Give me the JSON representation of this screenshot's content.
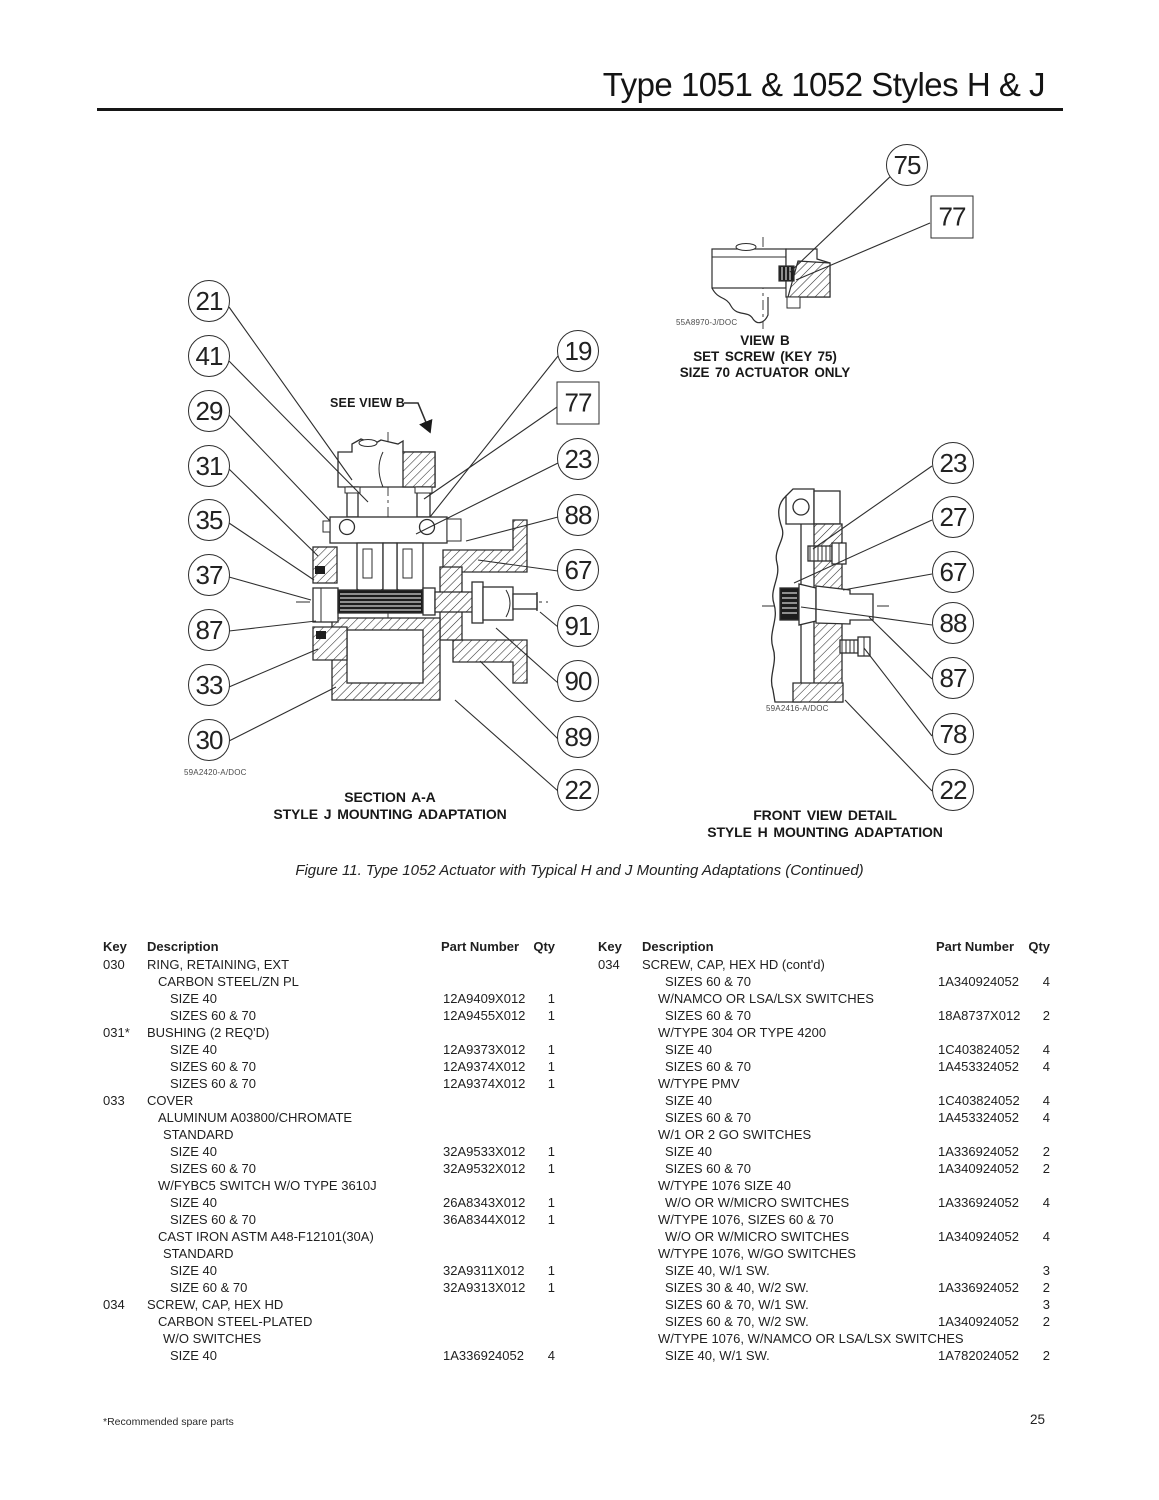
{
  "page": {
    "title": "Type 1051 & 1052 Styles H & J",
    "figure_caption": "Figure 11. Type 1052 Actuator  with Typical H and J Mounting Adaptations (Continued)",
    "footnote": "*Recommended spare parts",
    "page_number": "25",
    "ink_color": "#1a1a1a"
  },
  "diagrams": {
    "view_b": {
      "doc_ref": "55A8970-J/DOC",
      "caption_lines": [
        "VIEW B",
        "SET SCREW (KEY 75)",
        "SIZE 70 ACTUATOR ONLY"
      ],
      "callouts": [
        "75",
        "77"
      ]
    },
    "section_aa": {
      "doc_ref": "59A2420-A/DOC",
      "see_view_b_label": "SEE VIEW B",
      "caption_lines": [
        "SECTION A-A",
        "STYLE J MOUNTING ADAPTATION"
      ],
      "left_callouts": [
        "21",
        "41",
        "29",
        "31",
        "35",
        "37",
        "87",
        "33",
        "30"
      ],
      "right_callouts": [
        "19",
        "77",
        "23",
        "88",
        "67",
        "91",
        "90",
        "89",
        "22"
      ]
    },
    "front_view": {
      "doc_ref": "59A2416-A/DOC",
      "caption_lines": [
        "FRONT VIEW DETAIL",
        "STYLE H MOUNTING ADAPTATION"
      ],
      "callouts": [
        "23",
        "27",
        "67",
        "88",
        "87",
        "78",
        "22"
      ]
    }
  },
  "parts_table": {
    "headers": {
      "key": "Key",
      "description": "Description",
      "part_number": "Part Number",
      "qty": "Qty"
    },
    "left_rows": [
      {
        "key": "030",
        "desc": "RING, RETAINING, EXT",
        "indent": 0,
        "part": "",
        "qty": ""
      },
      {
        "desc": "CARBON STEEL/ZN PL",
        "indent": 1,
        "part": "",
        "qty": ""
      },
      {
        "desc": "SIZE 40",
        "indent": 3,
        "part": "12A9409X012",
        "qty": "1"
      },
      {
        "desc": "SIZES 60 & 70",
        "indent": 3,
        "part": "12A9455X012",
        "qty": "1"
      },
      {
        "key": "031*",
        "desc": "BUSHING (2 REQ'D)",
        "indent": 0,
        "part": "",
        "qty": ""
      },
      {
        "desc": "SIZE 40",
        "indent": 3,
        "part": "12A9373X012",
        "qty": "1"
      },
      {
        "desc": "SIZES 60 & 70",
        "indent": 3,
        "part": "12A9374X012",
        "qty": "1"
      },
      {
        "desc": "SIZES 60 & 70",
        "indent": 3,
        "part": "12A9374X012",
        "qty": "1"
      },
      {
        "key": "033",
        "desc": "COVER",
        "indent": 0,
        "part": "",
        "qty": ""
      },
      {
        "desc": "ALUMINUM A03800/CHROMATE",
        "indent": 1,
        "part": "",
        "qty": ""
      },
      {
        "desc": "STANDARD",
        "indent": 2,
        "part": "",
        "qty": ""
      },
      {
        "desc": "SIZE 40",
        "indent": 3,
        "part": "32A9533X012",
        "qty": "1"
      },
      {
        "desc": "SIZES 60 & 70",
        "indent": 3,
        "part": "32A9532X012",
        "qty": "1"
      },
      {
        "desc": "W/FYBC5 SWITCH W/O TYPE 3610J",
        "indent": 1,
        "part": "",
        "qty": ""
      },
      {
        "desc": "SIZE 40",
        "indent": 3,
        "part": "26A8343X012",
        "qty": "1"
      },
      {
        "desc": "SIZES 60 & 70",
        "indent": 3,
        "part": "36A8344X012",
        "qty": "1"
      },
      {
        "desc": "CAST IRON ASTM A48-F12101(30A)",
        "indent": 1,
        "part": "",
        "qty": ""
      },
      {
        "desc": "STANDARD",
        "indent": 2,
        "part": "",
        "qty": ""
      },
      {
        "desc": "SIZE 40",
        "indent": 3,
        "part": "32A9311X012",
        "qty": "1"
      },
      {
        "desc": "SIZE 60 & 70",
        "indent": 3,
        "part": "32A9313X012",
        "qty": "1"
      },
      {
        "key": "034",
        "desc": "SCREW, CAP, HEX HD",
        "indent": 0,
        "part": "",
        "qty": ""
      },
      {
        "desc": "CARBON STEEL-PLATED",
        "indent": 1,
        "part": "",
        "qty": ""
      },
      {
        "desc": "W/O SWITCHES",
        "indent": 2,
        "part": "",
        "qty": ""
      },
      {
        "desc": "SIZE 40",
        "indent": 3,
        "part": "1A336924052",
        "qty": "4"
      }
    ],
    "right_rows": [
      {
        "key": "034",
        "desc": "SCREW, CAP, HEX HD (cont'd)",
        "indent": 0,
        "part": "",
        "qty": ""
      },
      {
        "desc": "SIZES 60 & 70",
        "indent": 3,
        "part": "1A340924052",
        "qty": "4"
      },
      {
        "desc": "W/NAMCO OR LSA/LSX SWITCHES",
        "indent": 2,
        "part": "",
        "qty": ""
      },
      {
        "desc": "SIZES 60 & 70",
        "indent": 3,
        "part": "18A8737X012",
        "qty": "2"
      },
      {
        "desc": "W/TYPE 304 OR TYPE 4200",
        "indent": 2,
        "part": "",
        "qty": ""
      },
      {
        "desc": "SIZE 40",
        "indent": 3,
        "part": "1C403824052",
        "qty": "4"
      },
      {
        "desc": "SIZES 60 & 70",
        "indent": 3,
        "part": "1A453324052",
        "qty": "4"
      },
      {
        "desc": "W/TYPE PMV",
        "indent": 2,
        "part": "",
        "qty": ""
      },
      {
        "desc": "SIZE  40",
        "indent": 3,
        "part": "1C403824052",
        "qty": "4"
      },
      {
        "desc": "SIZES 60 & 70",
        "indent": 3,
        "part": "1A453324052",
        "qty": "4"
      },
      {
        "desc": "W/1 OR 2 GO SWITCHES",
        "indent": 2,
        "part": "",
        "qty": ""
      },
      {
        "desc": "SIZE 40",
        "indent": 3,
        "part": "1A336924052",
        "qty": "2"
      },
      {
        "desc": "SIZES 60 & 70",
        "indent": 3,
        "part": "1A340924052",
        "qty": "2"
      },
      {
        "desc": "W/TYPE 1076 SIZE 40",
        "indent": 2,
        "part": "",
        "qty": ""
      },
      {
        "desc": "W/O OR W/MICRO SWITCHES",
        "indent": 3,
        "part": "1A336924052",
        "qty": "4"
      },
      {
        "desc": "W/TYPE 1076, SIZES 60 & 70",
        "indent": 2,
        "part": "",
        "qty": ""
      },
      {
        "desc": "W/O OR W/MICRO SWITCHES",
        "indent": 3,
        "part": "1A340924052",
        "qty": "4"
      },
      {
        "desc": "W/TYPE 1076, W/GO SWITCHES",
        "indent": 2,
        "part": "",
        "qty": ""
      },
      {
        "desc": "SIZE 40, W/1 SW.",
        "indent": 3,
        "part": "",
        "qty": "3"
      },
      {
        "desc": "SIZES 30 & 40, W/2 SW.",
        "indent": 3,
        "part": "1A336924052",
        "qty": "2"
      },
      {
        "desc": "SIZES 60 & 70, W/1 SW.",
        "indent": 3,
        "part": "",
        "qty": "3"
      },
      {
        "desc": "SIZES 60 & 70, W/2 SW.",
        "indent": 3,
        "part": "1A340924052",
        "qty": "2"
      },
      {
        "desc": "W/TYPE 1076, W/NAMCO OR LSA/LSX SWITCHES",
        "indent": 2,
        "part": "",
        "qty": ""
      },
      {
        "desc": "SIZE 40, W/1 SW.",
        "indent": 3,
        "part": "1A782024052",
        "qty": "2"
      }
    ]
  }
}
